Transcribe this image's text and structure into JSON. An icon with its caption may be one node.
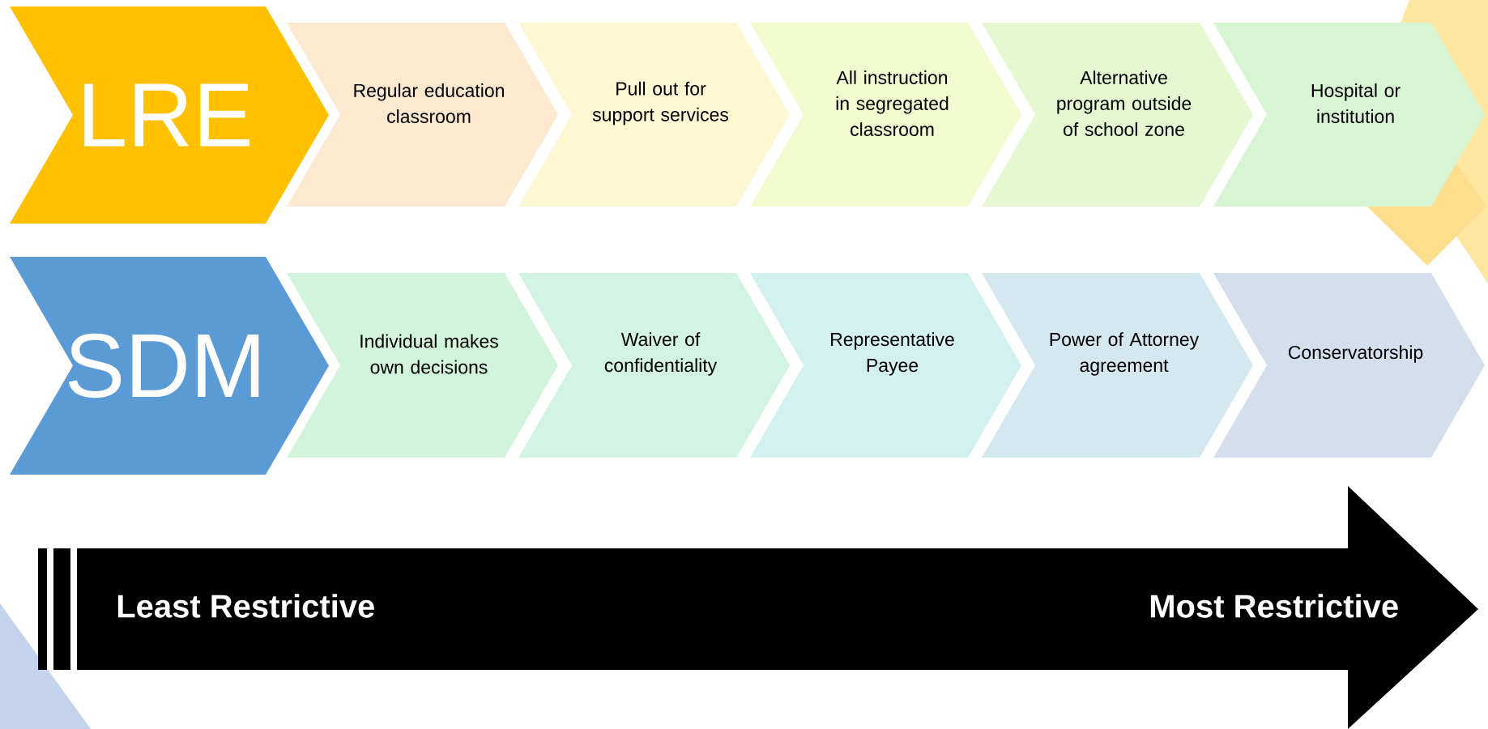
{
  "diagram": {
    "nodes": [
      {
        "text": [
          "LRE"
        ]
      },
      {
        "text": [
          "Regular education classroom"
        ]
      },
      {
        "text": [
          "Pull out for support services"
        ]
      },
      {
        "text": [
          "All instruction in segregated classroom"
        ]
      },
      {
        "text": [
          "Alternative program outside of school zone"
        ]
      },
      {
        "text": [
          "Hospital or institution"
        ]
      },
      {
        "text": [
          "SDM"
        ]
      },
      {
        "text": [
          "Individual makes own decisions"
        ]
      },
      {
        "text": [
          "Waiver of confidentiality"
        ]
      },
      {
        "text": [
          "Representative Payee"
        ]
      },
      {
        "text": [
          "Power of Attorney agreement"
        ]
      },
      {
        "text": [
          "Conservatorship"
        ]
      },
      {
        "text": [
          "Least Restrictive",
          "Most Restrictive"
        ]
      }
    ]
  }
}
